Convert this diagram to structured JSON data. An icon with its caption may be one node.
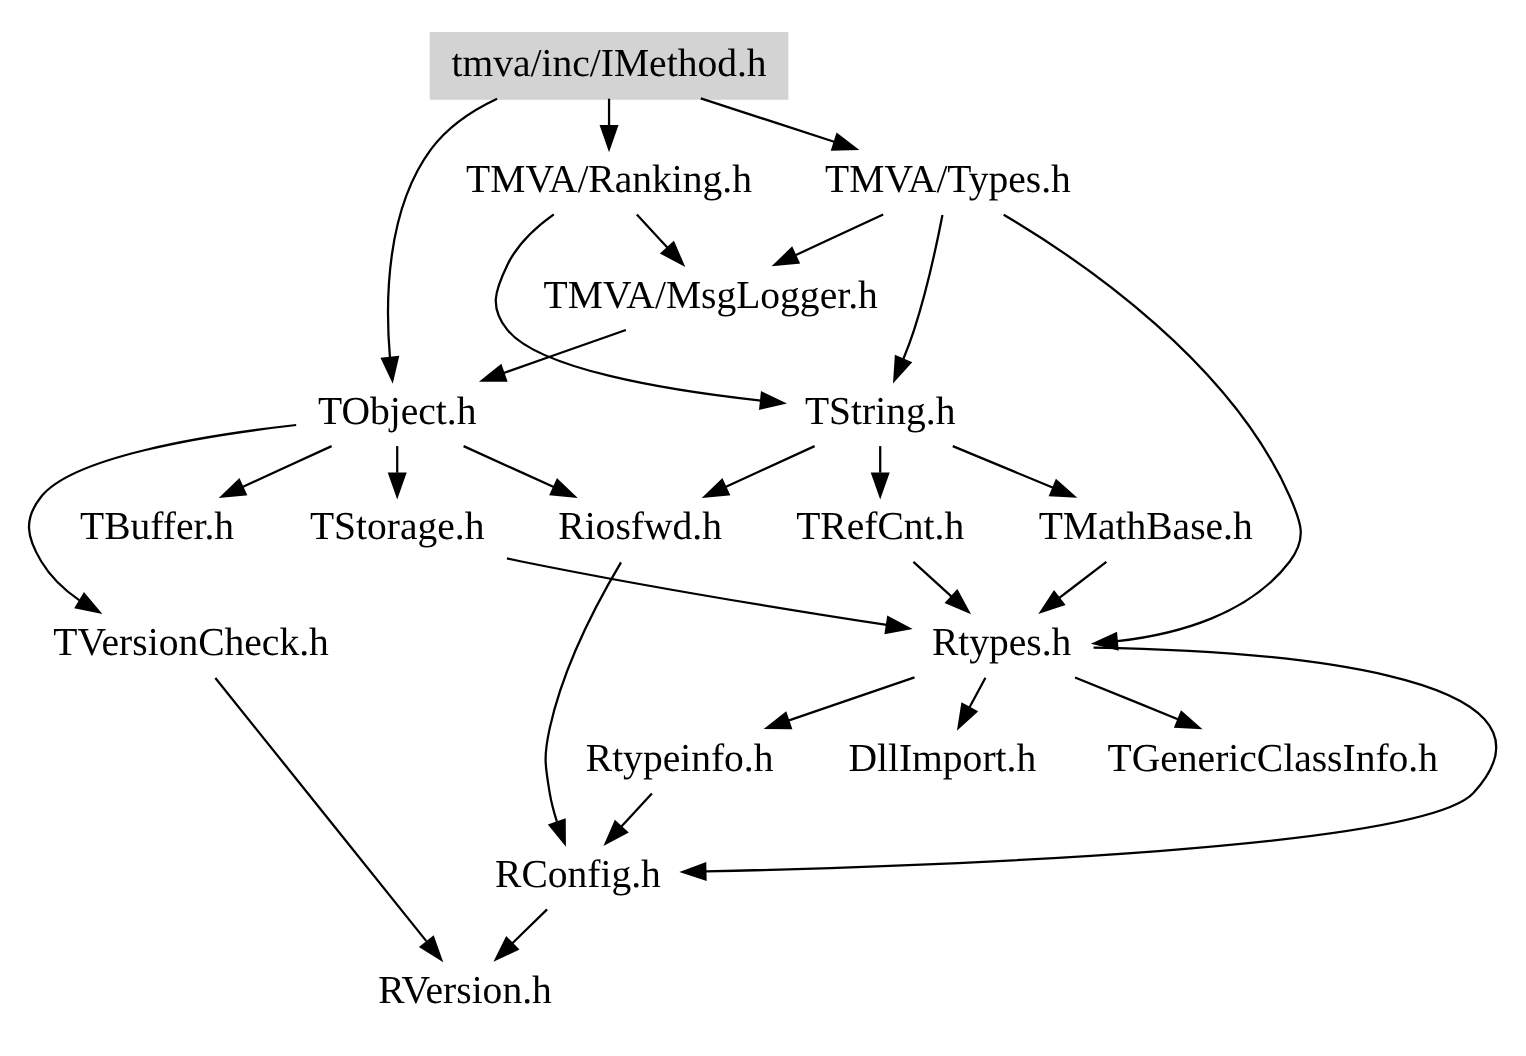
{
  "diagram": {
    "nodes": [
      {
        "text": [
          "tmva/inc/IMethod.h"
        ]
      },
      {
        "text": [
          "TMVA/Ranking.h"
        ]
      },
      {
        "text": [
          "TMVA/Types.h"
        ]
      },
      {
        "text": [
          "TMVA/MsgLogger.h"
        ]
      },
      {
        "text": [
          "TObject.h"
        ]
      },
      {
        "text": [
          "TString.h"
        ]
      },
      {
        "text": [
          "TStorage.h"
        ]
      },
      {
        "text": [
          "TBuffer.h"
        ]
      },
      {
        "text": [
          "Riosfwd.h"
        ]
      },
      {
        "text": [
          "TMathBase.h"
        ]
      },
      {
        "text": [
          "TRefCnt.h"
        ]
      },
      {
        "text": [
          "TVersionCheck.h"
        ]
      },
      {
        "text": [
          "Rtypes.h"
        ]
      },
      {
        "text": [
          "Rtypeinfo.h"
        ]
      },
      {
        "text": [
          "DllImport.h"
        ]
      },
      {
        "text": [
          "TGenericClassInfo.h"
        ]
      },
      {
        "text": [
          "RConfig.h"
        ]
      },
      {
        "text": [
          "RVersion.h"
        ]
      }
    ],
    "edges": [
      {
        "from": 0,
        "to": 1,
        "arrow": "to"
      },
      {
        "from": 0,
        "to": 2,
        "arrow": "to"
      },
      {
        "from": 0,
        "to": 4,
        "arrow": "to"
      },
      {
        "from": 1,
        "to": 3,
        "arrow": "to"
      },
      {
        "from": 1,
        "to": 5,
        "arrow": "to"
      },
      {
        "from": 2,
        "to": 3,
        "arrow": "to"
      },
      {
        "from": 2,
        "to": 5,
        "arrow": "to"
      },
      {
        "from": 2,
        "to": 12,
        "arrow": "to"
      },
      {
        "from": 3,
        "to": 4,
        "arrow": "to"
      },
      {
        "from": 4,
        "to": 6,
        "arrow": "to"
      },
      {
        "from": 4,
        "to": 7,
        "arrow": "to"
      },
      {
        "from": 4,
        "to": 8,
        "arrow": "to"
      },
      {
        "from": 4,
        "to": 11,
        "arrow": "to"
      },
      {
        "from": 5,
        "to": 8,
        "arrow": "to"
      },
      {
        "from": 5,
        "to": 9,
        "arrow": "to"
      },
      {
        "from": 5,
        "to": 10,
        "arrow": "to"
      },
      {
        "from": 6,
        "to": 12,
        "arrow": "to"
      },
      {
        "from": 8,
        "to": 16,
        "arrow": "to"
      },
      {
        "from": 9,
        "to": 12,
        "arrow": "to"
      },
      {
        "from": 10,
        "to": 12,
        "arrow": "to"
      },
      {
        "from": 12,
        "to": 13,
        "arrow": "to"
      },
      {
        "from": 12,
        "to": 14,
        "arrow": "to"
      },
      {
        "from": 12,
        "to": 15,
        "arrow": "to"
      },
      {
        "from": 12,
        "to": 16,
        "arrow": "to"
      },
      {
        "from": 13,
        "to": 16,
        "arrow": "to"
      },
      {
        "from": 11,
        "to": 17,
        "arrow": "to"
      },
      {
        "from": 16,
        "to": 17,
        "arrow": "to"
      }
    ]
  }
}
